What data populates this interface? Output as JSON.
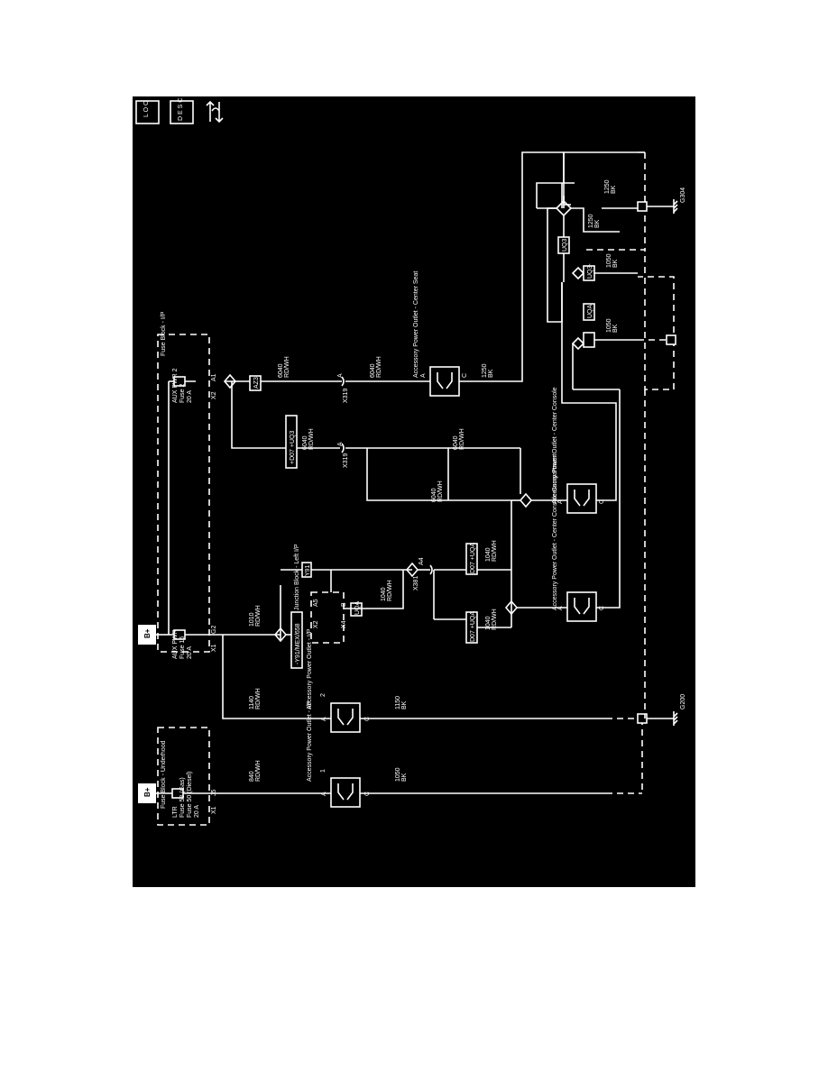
{
  "toolbar": {
    "loc_label": "L O C",
    "desc_label": "D E S C",
    "legend_icon": "arrows-up-down-icon"
  },
  "fuses": {
    "underhood_block": "Fuse Block - Underhood",
    "ltr_name": "LTR",
    "ltr_fuse1": "Fuse 53 (Gas)",
    "ltr_fuse2": "Fuse 50 (Diesel)",
    "ltr_amp": "20 A",
    "bplus": "B+",
    "ip_block": "Fuse Block - I/P",
    "aux_pwr_name": "AUX PWR",
    "aux_pwr_fuse": "Fuse 16",
    "aux_pwr_amp": "20 A",
    "aux_pwr2_name": "AUX PWR 2",
    "aux_pwr2_fuse": "Fuse 2",
    "aux_pwr2_amp": "20 A"
  },
  "connectors": {
    "x1": "X1",
    "j5": "J5",
    "g2": "G2",
    "x2": "X2",
    "a1": "A1",
    "x2b": "X2",
    "a5": "A5",
    "x4": "X4",
    "b": "B",
    "x381": "X381",
    "a4": "A4",
    "x319a": "X319",
    "x319b": "X319",
    "pin_a": "A",
    "pin_c": "C"
  },
  "junction_block": "Junction Block - Left I/P",
  "options": {
    "y91_mex": "-Y91/MEX/658",
    "y91": "Y91",
    "d07_uq": "+D07 +UQ3",
    "d07_uqa_a": "D07 +UQA",
    "d07_uqa_b": "D07 +UQA",
    "az3": "AZ3",
    "uqa_a": "UQA",
    "uqa_b": "UQA",
    "uq3_a": "UQ3",
    "uq3_b": "UQ3",
    "uq3_c": "UQ3-"
  },
  "wires": {
    "w840": "840",
    "w840c": "RD/WH",
    "w1140": "1140",
    "w1140c": "RD/WH",
    "w1010": "1010",
    "w1010c": "RD/WH",
    "w1040a": "1040",
    "w1040ac": "RD/WH",
    "w1040b": "1040",
    "w1040bc": "RD/WH",
    "w1040c": "1040",
    "w1040cc": "RD/WH",
    "w6040a": "6040",
    "w6040ac": "RD/WH",
    "w6040b": "6040",
    "w6040bc": "RD/WH",
    "w6040c": "6040",
    "w6040cc": "RD/WH",
    "w6040d": "6040",
    "w6040dc": "RD/WH",
    "w6040e": "6040",
    "w6040ec": "RD/WH",
    "g1050a": "1050",
    "g1050ac": "BK",
    "g1150": "1150",
    "g1150c": "BK",
    "g1250a": "1250",
    "g1250ac": "BK",
    "g1250b": "1250",
    "g1250bc": "BK",
    "g1250c": "1250",
    "g1250cc": "BK",
    "g1050b": "1050",
    "g1050bc": "BK",
    "g1050c": "1050",
    "g1050cc": "BK"
  },
  "outlets": {
    "o1_name": "Accessory Power Outlet - I/P",
    "o1_num": "1",
    "o2_name": "Accessory Power Outlet - I/P",
    "o2_num": "2",
    "o3_name": "Accessory Power Outlet - Center Console Compartment",
    "o4_name": "Accessory Power Outlet - Center Console",
    "o5_name": "Accessory Power Outlet - Center Seat"
  },
  "grounds": {
    "g200": "G200",
    "g304": "G304"
  }
}
